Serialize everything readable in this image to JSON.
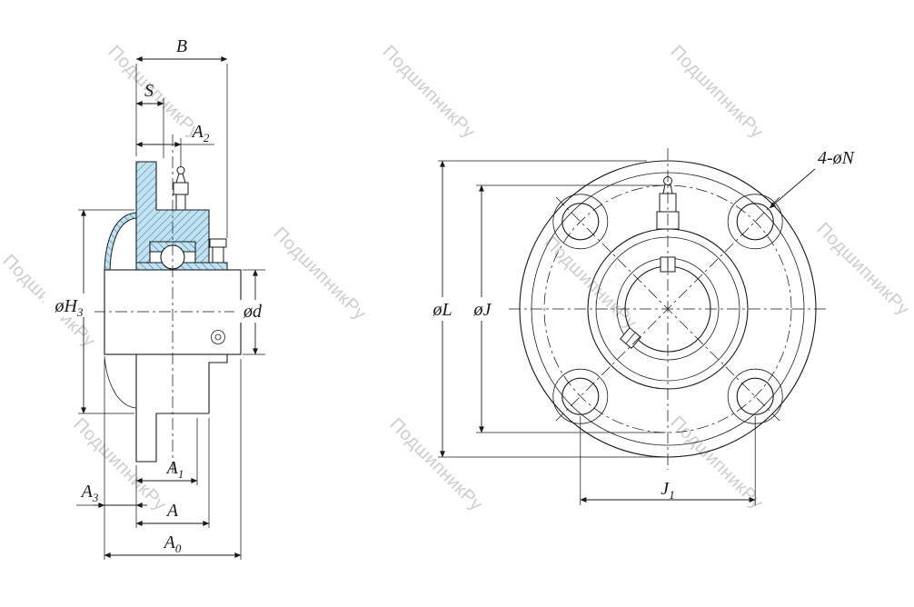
{
  "watermark": {
    "text": "ПодшипникРу",
    "color": "#c8c8c8"
  },
  "colors": {
    "outline": "#1a1a1a",
    "section_fill": "#bfe3f4",
    "hatch_line": "#35607a",
    "background": "#ffffff"
  },
  "left_view": {
    "title": "side-section-view",
    "dims": {
      "B": {
        "main": "B",
        "sub": ""
      },
      "S": {
        "main": "S",
        "sub": ""
      },
      "A2": {
        "main": "A",
        "sub": "2"
      },
      "H3": {
        "main": "øH",
        "sub": "3"
      },
      "d": {
        "main": "ød",
        "sub": ""
      },
      "A1": {
        "main": "A",
        "sub": "1"
      },
      "A3": {
        "main": "A",
        "sub": "3"
      },
      "A": {
        "main": "A",
        "sub": ""
      },
      "A0": {
        "main": "A",
        "sub": "0"
      }
    }
  },
  "right_view": {
    "title": "front-view",
    "dims": {
      "L": {
        "main": "øL",
        "sub": ""
      },
      "J": {
        "main": "øJ",
        "sub": ""
      },
      "J1": {
        "main": "J",
        "sub": "1"
      },
      "N": {
        "main": "4-øN",
        "sub": ""
      }
    }
  }
}
